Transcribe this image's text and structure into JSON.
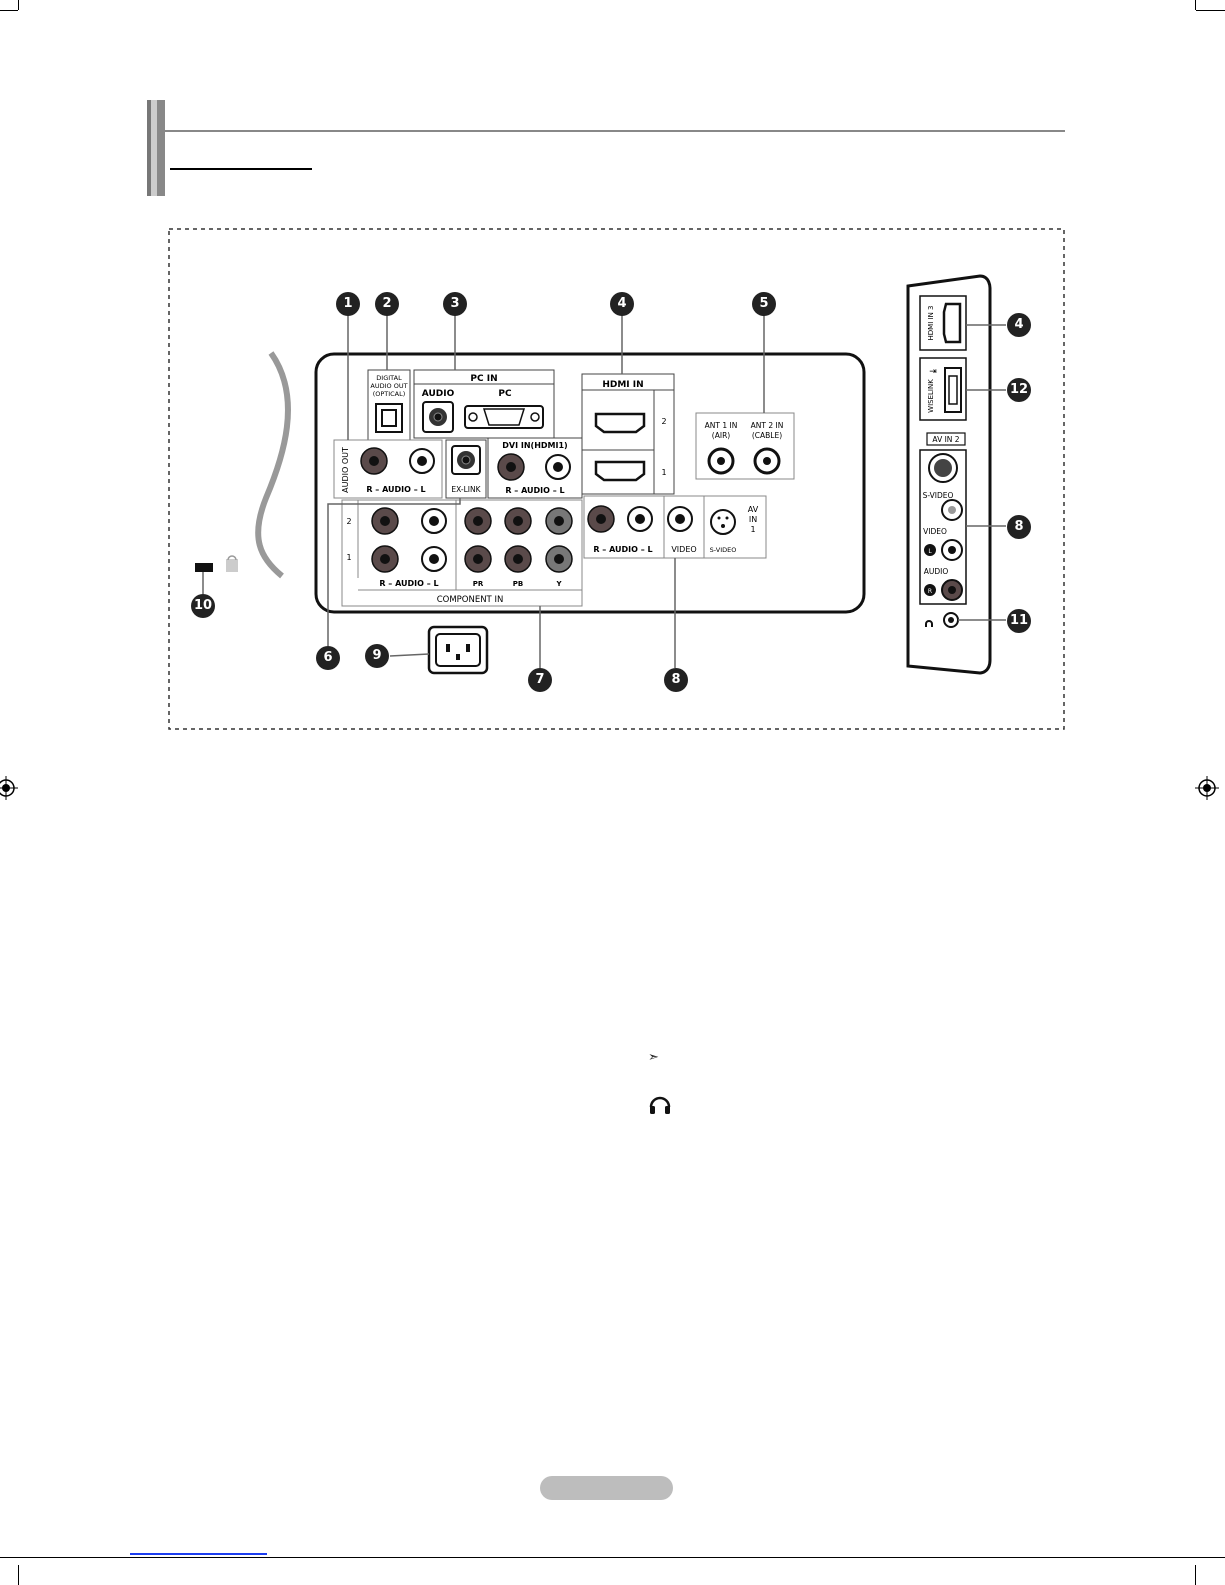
{
  "labels": {
    "digital_audio_out": [
      "DIGITAL",
      "AUDIO OUT",
      "(OPTICAL)"
    ],
    "pc_in": "PC IN",
    "pc_audio": "AUDIO",
    "pc": "PC",
    "hdmi_in": "HDMI IN",
    "hdmi_2": "2",
    "hdmi_1": "1",
    "ant1": [
      "ANT 1 IN",
      "(AIR)"
    ],
    "ant2": [
      "ANT 2 IN",
      "(CABLE)"
    ],
    "audio_out": "AUDIO OUT",
    "audio_rl": "R – AUDIO – L",
    "ex_link": "EX-LINK",
    "dvi_in": "DVI IN(HDMI1)",
    "comp_row2": "2",
    "comp_row1": "1",
    "pr": "PR",
    "pb": "PB",
    "y": "Y",
    "component_in": "COMPONENT IN",
    "video": "VIDEO",
    "s_video": "S-VIDEO",
    "av_in_1": [
      "AV",
      "IN",
      "1"
    ],
    "side_hdmi3": "HDMI IN 3",
    "side_wiselink": "WISELINK",
    "side_av_in_2": "AV IN 2",
    "side_s_video": "S-VIDEO",
    "side_video": "VIDEO",
    "side_audio": "AUDIO",
    "side_l": "L",
    "side_r": "R"
  },
  "callouts": [
    "1",
    "2",
    "3",
    "4",
    "5",
    "6",
    "7",
    "8",
    "9",
    "10",
    "11",
    "12"
  ],
  "icons": [
    "crop-mark-icon",
    "registration-mark-icon",
    "kensington-lock-icon",
    "headphone-icon",
    "usb-icon",
    "arrow-glyph-icon",
    "hdmi-port-icon",
    "power-socket-icon"
  ],
  "colors": {
    "callout": "#222222",
    "panel": "#111111",
    "jack_red": "#5a4a4a",
    "jack_white": "#ffffff",
    "page_pill": "#bdbdbd",
    "link": "#1b3df0"
  }
}
